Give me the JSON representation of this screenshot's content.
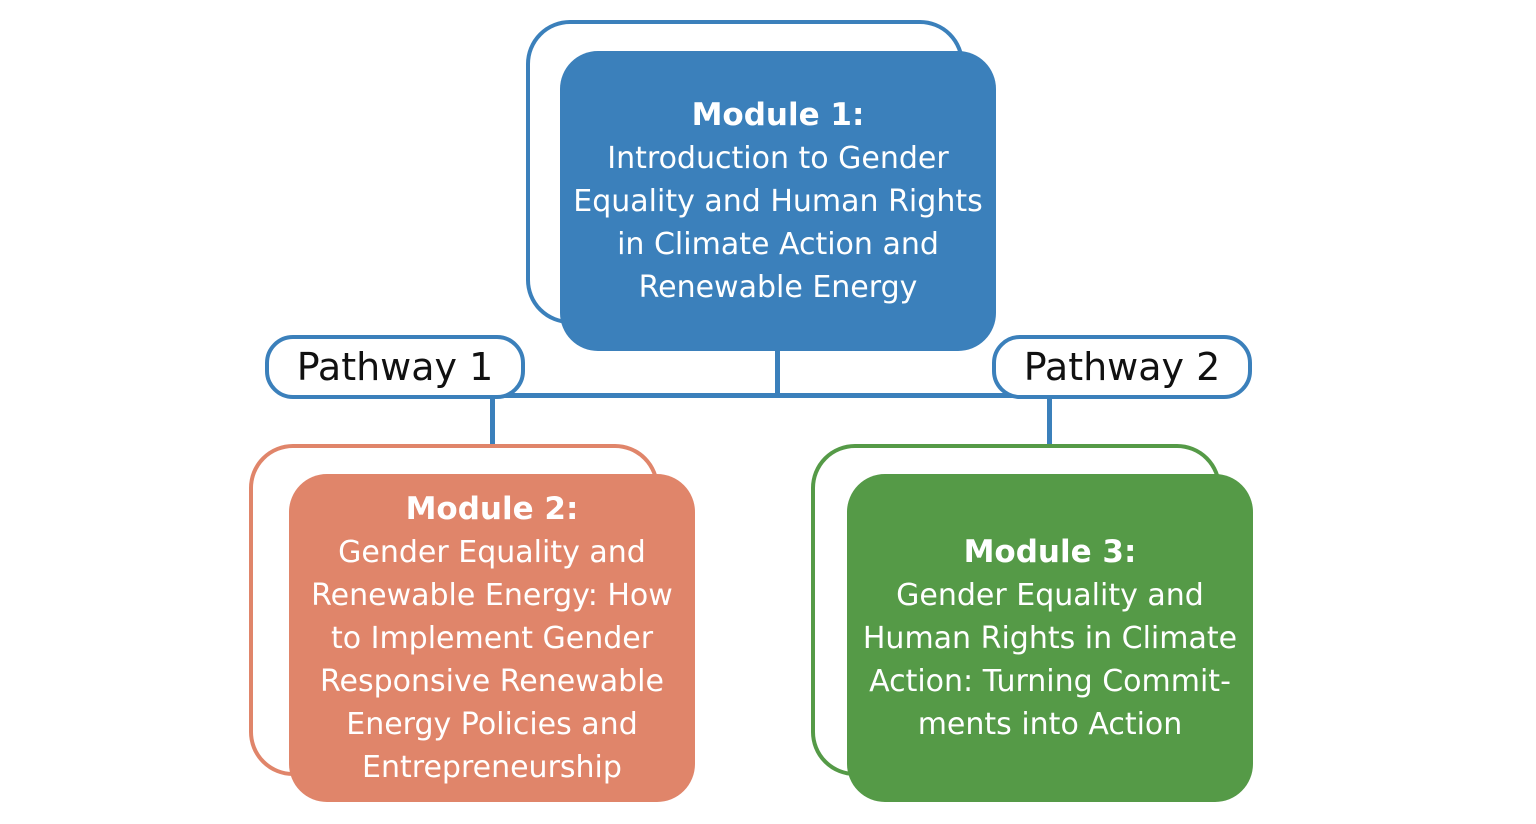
{
  "colors": {
    "blue": "#3b80bb",
    "orange": "#e0856a",
    "green": "#559a47",
    "line": "#3b80bb"
  },
  "module1": {
    "title": "Module 1:",
    "lines": [
      "Introduction to Gender",
      "Equality and Human Rights",
      "in Climate Action and",
      "Renewable Energy"
    ]
  },
  "pathways": [
    {
      "label": "Pathway 1"
    },
    {
      "label": "Pathway 2"
    }
  ],
  "module2": {
    "title": "Module 2:",
    "lines": [
      "Gender Equality and",
      "Renewable Energy: How",
      "to Implement Gender",
      "Responsive Renewable",
      "Energy Policies and",
      "Entrepreneurship"
    ]
  },
  "module3": {
    "title": "Module 3:",
    "lines": [
      "Gender Equality and",
      "Human Rights in Climate",
      "Action: Turning Commit-",
      "ments into Action"
    ]
  }
}
